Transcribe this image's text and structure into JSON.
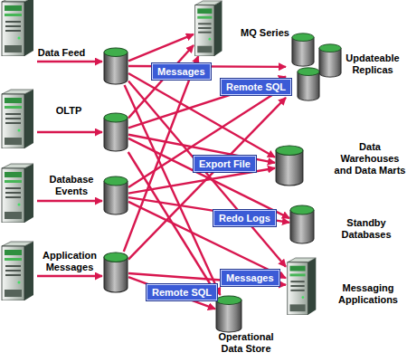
{
  "diagram": {
    "nodes": [
      {
        "text": [
          "Data Feed"
        ]
      },
      {
        "text": [
          "OLTP"
        ]
      },
      {
        "text": [
          "Database Events"
        ]
      },
      {
        "text": [
          "Application Messages"
        ]
      },
      {
        "text": [
          "MQ Series"
        ]
      },
      {
        "text": [
          "Updateable Replicas"
        ]
      },
      {
        "text": [
          "Data Warehouses and Data Marts"
        ]
      },
      {
        "text": [
          "Standby Databases"
        ]
      },
      {
        "text": [
          "Messaging Applications"
        ]
      },
      {
        "text": [
          "Operational Data Store"
        ]
      }
    ],
    "edges": [
      {
        "from": 0,
        "to": 4,
        "arrow": "to"
      },
      {
        "from": 0,
        "to": 5,
        "arrow": "to",
        "label": "Messages"
      },
      {
        "from": 0,
        "to": 6,
        "arrow": "to"
      },
      {
        "from": 0,
        "to": 8,
        "arrow": "to"
      },
      {
        "from": 0,
        "to": 9,
        "arrow": "to"
      },
      {
        "from": 1,
        "to": 4,
        "arrow": "to"
      },
      {
        "from": 1,
        "to": 5,
        "arrow": "to",
        "label": "Remote SQL"
      },
      {
        "from": 1,
        "to": 6,
        "arrow": "to",
        "label": "Export File"
      },
      {
        "from": 1,
        "to": 7,
        "arrow": "to"
      },
      {
        "from": 1,
        "to": 9,
        "arrow": "to"
      },
      {
        "from": 2,
        "to": 5,
        "arrow": "to"
      },
      {
        "from": 2,
        "to": 6,
        "arrow": "to"
      },
      {
        "from": 2,
        "to": 7,
        "arrow": "to",
        "label": "Redo Logs"
      },
      {
        "from": 2,
        "to": 8,
        "arrow": "to"
      },
      {
        "from": 3,
        "to": 4,
        "arrow": "to"
      },
      {
        "from": 3,
        "to": 5,
        "arrow": "to"
      },
      {
        "from": 3,
        "to": 8,
        "arrow": "to",
        "label": "Messages"
      },
      {
        "from": 3,
        "to": 9,
        "arrow": "to",
        "label": "Remote SQL"
      }
    ]
  }
}
